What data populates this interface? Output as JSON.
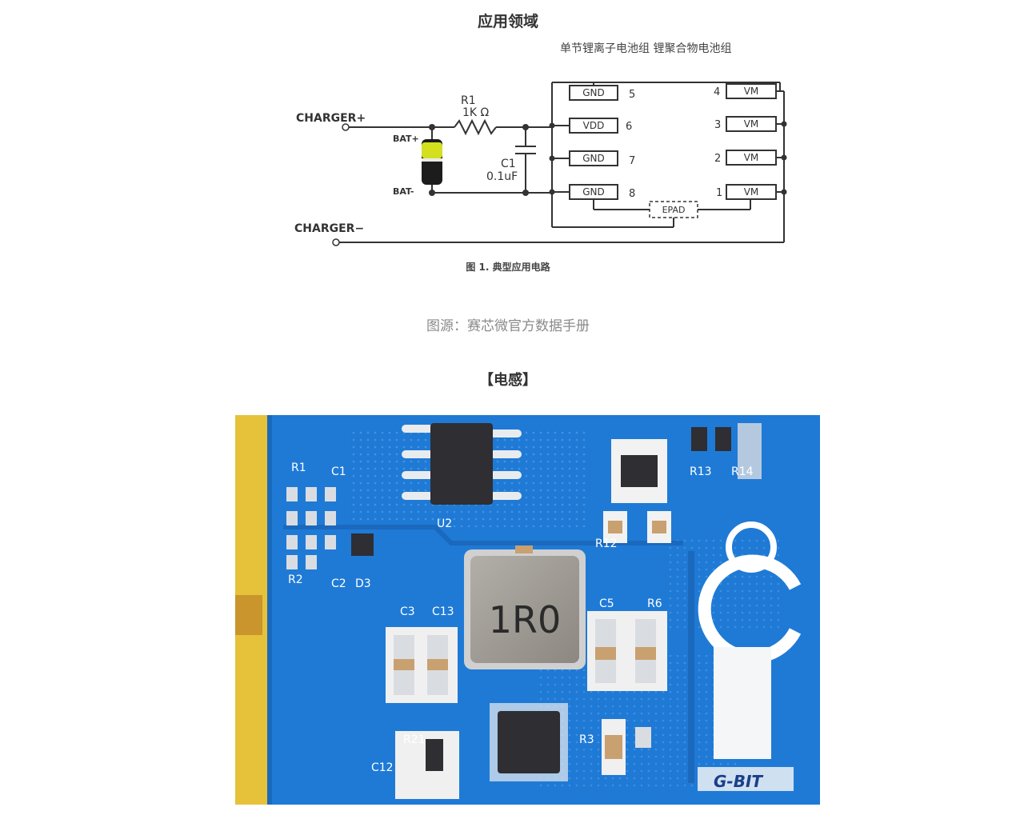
{
  "schematic": {
    "title": "应用领域",
    "applications": "单节锂离子电池组 锂聚合物电池组",
    "charger_plus": "CHARGER+",
    "charger_minus": "CHARGER−",
    "bat_plus": "BAT+",
    "bat_minus": "BAT-",
    "r1_name": "R1",
    "r1_value": "1K Ω",
    "c1_name": "C1",
    "c1_value": "0.1uF",
    "left_pins": [
      {
        "label": "GND",
        "num": "5"
      },
      {
        "label": "VDD",
        "num": "6"
      },
      {
        "label": "GND",
        "num": "7"
      },
      {
        "label": "GND",
        "num": "8"
      }
    ],
    "right_pins": [
      {
        "label": "VM",
        "num": "4"
      },
      {
        "label": "VM",
        "num": "3"
      },
      {
        "label": "VM",
        "num": "2"
      },
      {
        "label": "VM",
        "num": "1"
      }
    ],
    "epad": "EPAD",
    "figure_caption": "图 1. 典型应用电路"
  },
  "source_caption": "图源：赛芯微官方数据手册",
  "section_title": "【电感】",
  "pcb_photo": {
    "inductor_marking": "1R0",
    "watermark": "G-BIT",
    "silkscreen": [
      "R1",
      "C1",
      "R2",
      "C2",
      "U2",
      "C12",
      "R21",
      "D3",
      "C3",
      "R3",
      "C13",
      "R12",
      "R13",
      "R14",
      "C5",
      "R6"
    ],
    "colors": {
      "board": "#1f7ad6",
      "board_dark": "#1a69bd",
      "gold_finger": "#e6c23a",
      "pad_silver": "#d9dde2",
      "chip": "#2e2e33",
      "inductor": "#9b9790"
    }
  }
}
